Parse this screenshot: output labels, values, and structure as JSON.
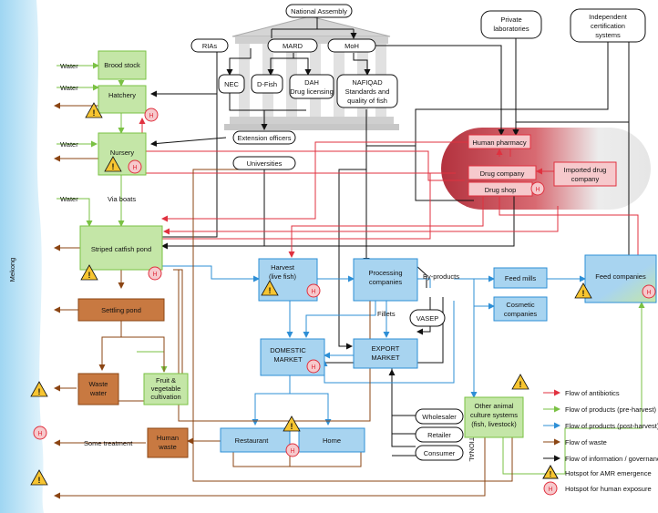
{
  "colors": {
    "antibiotics": "#e0313f",
    "products_pre": "#7ac143",
    "products_post": "#2e8fd6",
    "waste": "#8b4513",
    "information": "#111111",
    "green_fill": "#c4e6a7",
    "blue_fill": "#a8d4f0",
    "brown_fill": "#c87941",
    "pink_fill": "#f6c9cc",
    "river": "#bfe4f7"
  },
  "river": {
    "label": "Mekong"
  },
  "government": {
    "national_assembly": "National Assembly",
    "rias": "RIAs",
    "mard": "MARD",
    "moh": "MoH",
    "nec": "NEC",
    "dfish": "D-Fish",
    "dah_line1": "DAH",
    "dah_line2": "Drug licensing",
    "nafiqad_line1": "NAFIQAD",
    "nafiqad_line2": "Standards and",
    "nafiqad_line3": "quality of fish",
    "extension": "Extension officers",
    "universities": "Universities"
  },
  "private_labs": [
    "Private",
    "laboratories"
  ],
  "certification": [
    "Independent",
    "certification",
    "systems"
  ],
  "pharma": {
    "human_pharmacy": "Human pharmacy",
    "drug_company": "Drug company",
    "drug_shop": "Drug shop",
    "imported": [
      "Imported drug",
      "company"
    ]
  },
  "farm": {
    "water_labels": [
      "Water",
      "Water",
      "Water",
      "Water"
    ],
    "via_boats": "Via boats",
    "brood_stock": "Brood stock",
    "hatchery": "Hatchery",
    "nursery": "Nursery",
    "pond": "Striped catfish pond",
    "settling": "Settling pond",
    "waste_water": [
      "Waste",
      "water"
    ],
    "fruit_veg": [
      "Fruit &",
      "vegetable",
      "cultivation"
    ],
    "human_waste": [
      "Human",
      "waste"
    ],
    "some_treatment": "Some treatment"
  },
  "market": {
    "harvest": [
      "Harvest",
      "(live fish)"
    ],
    "processing": [
      "Processing",
      "companies"
    ],
    "byproducts": "By-products",
    "fillets": "Fillets",
    "vasep": "VASEP",
    "domestic": [
      "DOMESTIC",
      "MARKET"
    ],
    "export": [
      "EXPORT",
      "MARKET"
    ],
    "restaurant": "Restaurant",
    "home": "Home",
    "wholesaler": "Wholesaler",
    "retailer": "Retailer",
    "consumer": "Consumer",
    "international": "INTERNATIONAL",
    "feed_mills": "Feed mills",
    "cosmetic": [
      "Cosmetic",
      "companies"
    ],
    "feed_companies": "Feed companies",
    "other_animal": [
      "Other animal",
      "culture systems",
      "(fish, livestock)"
    ]
  },
  "hotspot_h": "H",
  "hotspot_warn": "!",
  "legend": {
    "antibiotics": "Flow of antibiotics",
    "pre": "Flow of products (pre-harvest)",
    "post": "Flow of products (post-harvest)",
    "waste": "Flow of waste",
    "info": "Flow of information / governance",
    "amr": "Hotspot for AMR emergence",
    "human": "Hotspot for human exposure"
  }
}
